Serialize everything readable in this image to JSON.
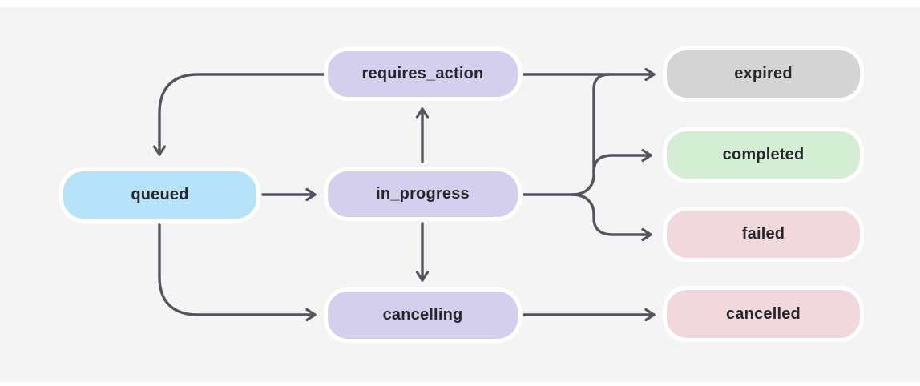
{
  "diagram": {
    "nodes": {
      "queued": {
        "label": "queued",
        "color": "#b6e3f9"
      },
      "requires_action": {
        "label": "requires_action",
        "color": "#d3cfed"
      },
      "in_progress": {
        "label": "in_progress",
        "color": "#d3cfed"
      },
      "cancelling": {
        "label": "cancelling",
        "color": "#d3cfed"
      },
      "expired": {
        "label": "expired",
        "color": "#d5d4d5"
      },
      "completed": {
        "label": "completed",
        "color": "#d3eed2"
      },
      "failed": {
        "label": "failed",
        "color": "#f1d8dd"
      },
      "cancelled": {
        "label": "cancelled",
        "color": "#f1d8dd"
      }
    },
    "edges": [
      {
        "from": "requires_action",
        "to": "queued"
      },
      {
        "from": "queued",
        "to": "in_progress"
      },
      {
        "from": "in_progress",
        "to": "requires_action"
      },
      {
        "from": "in_progress",
        "to": "cancelling"
      },
      {
        "from": "queued",
        "to": "cancelling"
      },
      {
        "from": "requires_action",
        "to": "expired"
      },
      {
        "from": "in_progress",
        "to": "expired"
      },
      {
        "from": "in_progress",
        "to": "completed"
      },
      {
        "from": "in_progress",
        "to": "failed"
      },
      {
        "from": "cancelling",
        "to": "cancelled"
      }
    ],
    "line_color": "#54545f",
    "background_color": "#f5f4f5",
    "node_border_color": "#ffffff"
  }
}
